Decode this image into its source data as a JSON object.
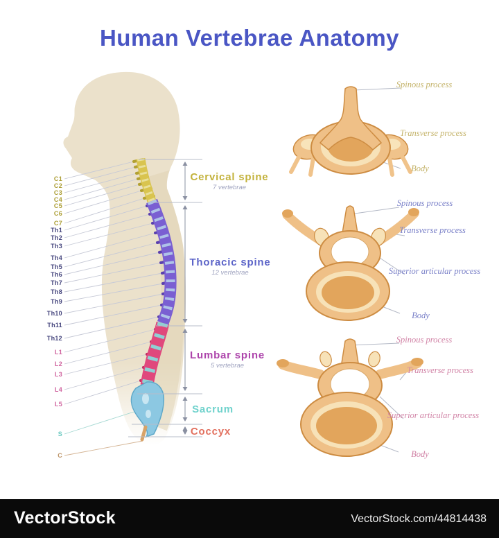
{
  "title": "Human Vertebrae Anatomy",
  "colors": {
    "title": "#4a56c4",
    "cervical": "#c3b23c",
    "thoracic": "#5c64c8",
    "lumbar": "#ad44ab",
    "sacrum": "#6fd2cc",
    "coccyx": "#e2705f",
    "cervical_label": "#ab9d33",
    "thoracic_label": "#45457d",
    "lumbar_label": "#cf629e",
    "sacrum_label": "#6cc9c1",
    "coccyx_label": "#bd9468",
    "view1_label": "#c4b36a",
    "view2_label": "#7a80c8",
    "view3_label": "#d183a6",
    "subtext": "#a0a4c0",
    "footer_bg": "#0a0a0a"
  },
  "spine": {
    "left_labels": [
      {
        "text": "C1",
        "group": "cervical"
      },
      {
        "text": "C2",
        "group": "cervical"
      },
      {
        "text": "C3",
        "group": "cervical"
      },
      {
        "text": "C4",
        "group": "cervical"
      },
      {
        "text": "C5",
        "group": "cervical"
      },
      {
        "text": "C6",
        "group": "cervical"
      },
      {
        "text": "C7",
        "group": "cervical"
      },
      {
        "text": "Th1",
        "group": "thoracic"
      },
      {
        "text": "Th2",
        "group": "thoracic"
      },
      {
        "text": "Th3",
        "group": "thoracic"
      },
      {
        "text": "Th4",
        "group": "thoracic"
      },
      {
        "text": "Th5",
        "group": "thoracic"
      },
      {
        "text": "Th6",
        "group": "thoracic"
      },
      {
        "text": "Th7",
        "group": "thoracic"
      },
      {
        "text": "Th8",
        "group": "thoracic"
      },
      {
        "text": "Th9",
        "group": "thoracic"
      },
      {
        "text": "Th10",
        "group": "thoracic"
      },
      {
        "text": "Th11",
        "group": "thoracic"
      },
      {
        "text": "Th12",
        "group": "thoracic"
      },
      {
        "text": "L1",
        "group": "lumbar"
      },
      {
        "text": "L2",
        "group": "lumbar"
      },
      {
        "text": "L3",
        "group": "lumbar"
      },
      {
        "text": "L4",
        "group": "lumbar"
      },
      {
        "text": "L5",
        "group": "lumbar"
      },
      {
        "text": "S",
        "group": "sacrum"
      },
      {
        "text": "C",
        "group": "coccyx"
      }
    ],
    "sections": [
      {
        "name": "Cervical spine",
        "sub": "7 vertebrae"
      },
      {
        "name": "Thoracic spine",
        "sub": "12 vertebrae"
      },
      {
        "name": "Lumbar spine",
        "sub": "5 vertebrae"
      },
      {
        "name": "Sacrum",
        "sub": ""
      },
      {
        "name": "Coccyx",
        "sub": ""
      }
    ]
  },
  "vertebra_views": [
    {
      "labels": [
        "Spinous process",
        "Transverse process",
        "Body"
      ]
    },
    {
      "labels": [
        "Spinous process",
        "Transverse process",
        "Superior articular process",
        "Body"
      ]
    },
    {
      "labels": [
        "Spinous process",
        "Transverse process",
        "Superior articular process",
        "Body"
      ]
    }
  ],
  "footer": {
    "brand": "VectorStock",
    "credit": "VectorStock.com/44814438"
  }
}
